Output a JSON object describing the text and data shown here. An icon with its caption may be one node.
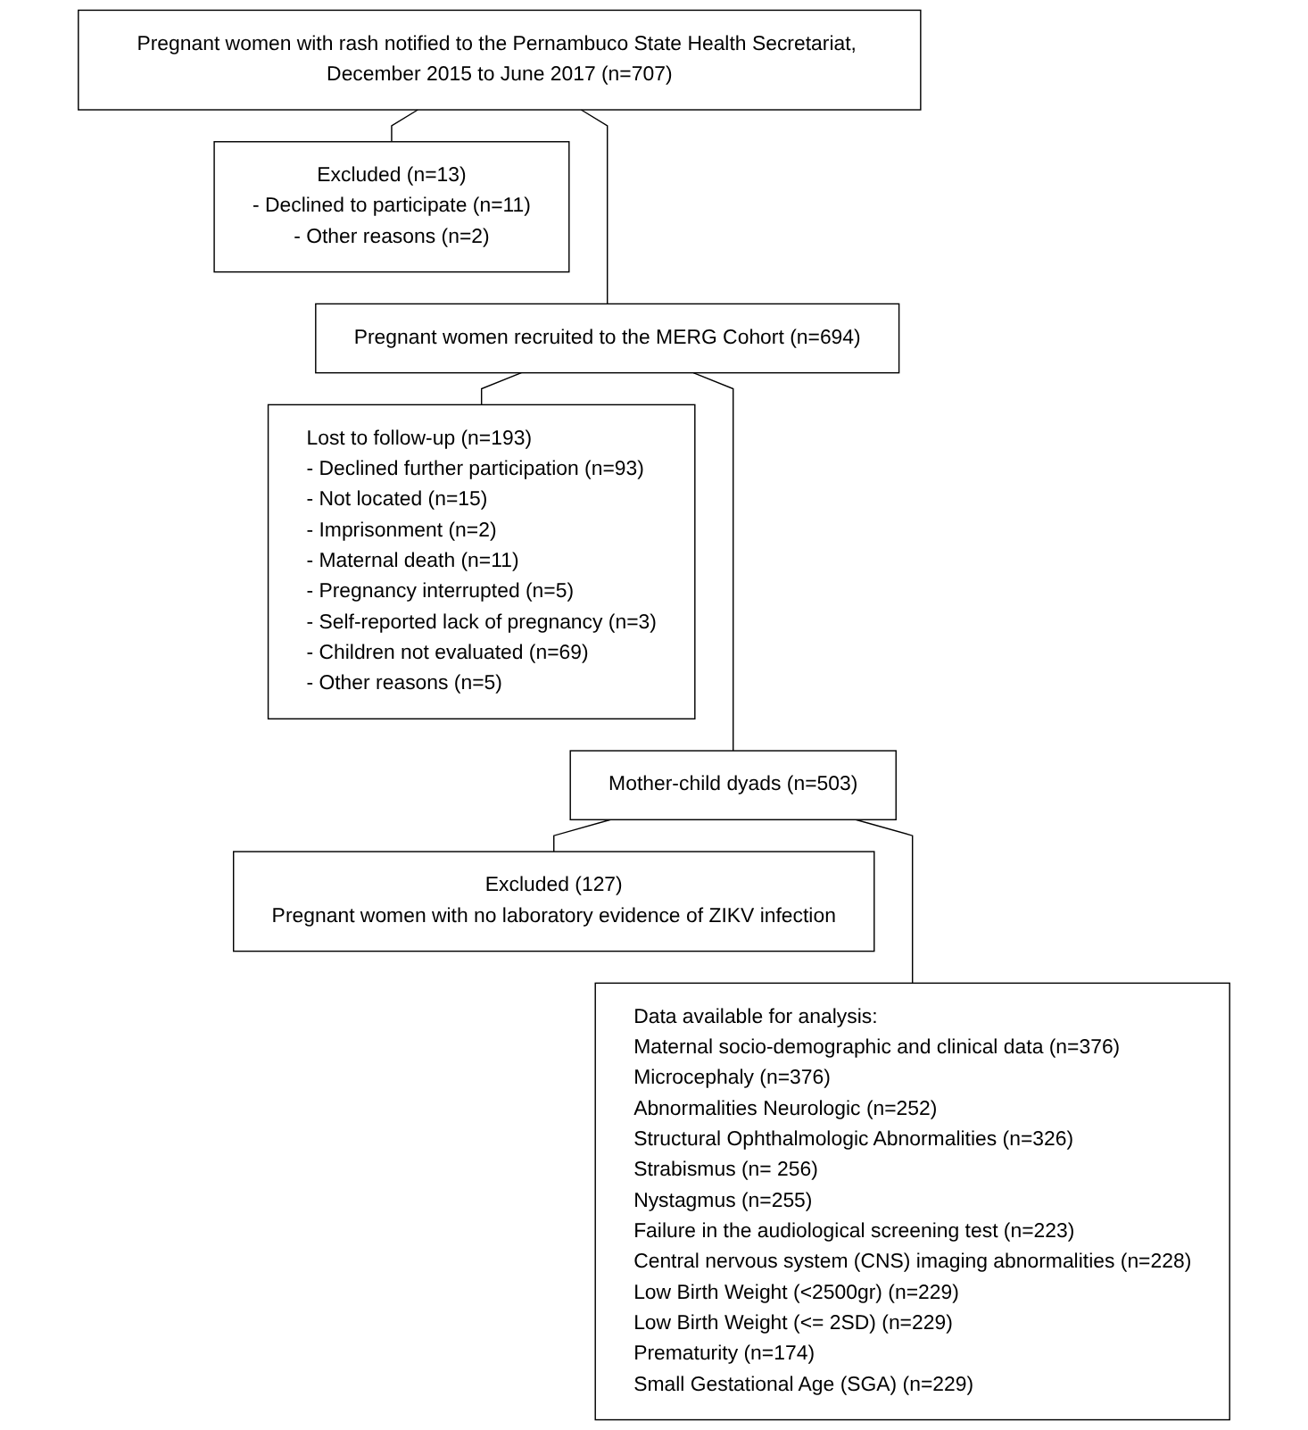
{
  "diagram": {
    "nodes": [
      {
        "text": [
          "Pregnant women with rash notified to the Pernambuco State Health Secretariat, December 2015 to June 2017 (n=707)"
        ]
      },
      {
        "text": [
          "Excluded (n=13)",
          "- Declined to participate (n=11)",
          "- Other reasons (n=2)"
        ]
      },
      {
        "text": [
          "Pregnant women recruited to the MERG Cohort (n=694)"
        ]
      },
      {
        "text": [
          "Lost to follow-up (n=193)",
          "- Declined further participation (n=93)",
          "- Not located (n=15)",
          "- Imprisonment (n=2)",
          "- Maternal death (n=11)",
          "- Pregnancy interrupted (n=5)",
          "- Self-reported lack of pregnancy (n=3)",
          "- Children not evaluated (n=69)",
          "- Other reasons (n=5)"
        ]
      },
      {
        "text": [
          "Mother-child dyads (n=503)"
        ]
      },
      {
        "text": [
          "Excluded (127)",
          "Pregnant women with no laboratory evidence of ZIKV infection"
        ]
      },
      {
        "text": [
          "Data available for analysis:",
          "Maternal socio-demographic and clinical data (n=376)",
          "Microcephaly (n=376)",
          "Abnormalities Neurologic (n=252)",
          "Structural Ophthalmologic Abnormalities (n=326)",
          "Strabismus (n= 256)",
          "Nystagmus (n=255)",
          "Failure in the audiological screening test (n=223)",
          "Central nervous system (CNS) imaging abnormalities (n=228)",
          "Low Birth Weight (<2500gr) (n=229)",
          "Low Birth Weight (<= 2SD) (n=229)",
          "Prematurity (n=174)",
          "Small Gestational Age (SGA) (n=229)"
        ]
      }
    ],
    "edges": [
      {
        "from": 0,
        "to": 2,
        "arrow": "none"
      },
      {
        "from": 0,
        "to": 1,
        "arrow": "none"
      },
      {
        "from": 2,
        "to": 4,
        "arrow": "none"
      },
      {
        "from": 2,
        "to": 3,
        "arrow": "none"
      },
      {
        "from": 4,
        "to": 6,
        "arrow": "none"
      },
      {
        "from": 4,
        "to": 5,
        "arrow": "none"
      }
    ]
  }
}
